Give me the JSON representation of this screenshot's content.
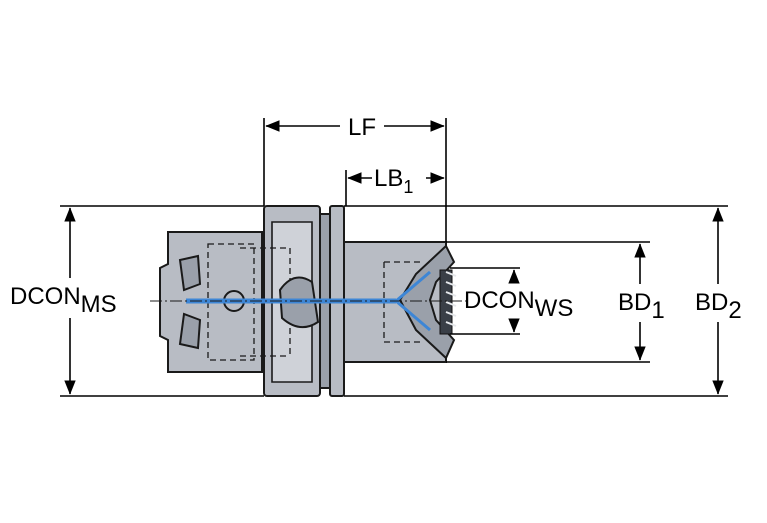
{
  "labels": {
    "lf": "LF",
    "lb1_main": "LB",
    "lb1_sub": "1",
    "dcon_ms_main": "DCON",
    "dcon_ms_sub": "MS",
    "dcon_ws_main": "DCON",
    "dcon_ws_sub": "WS",
    "bd1_main": "BD",
    "bd1_sub": "1",
    "bd2_main": "BD",
    "bd2_sub": "2"
  }
}
